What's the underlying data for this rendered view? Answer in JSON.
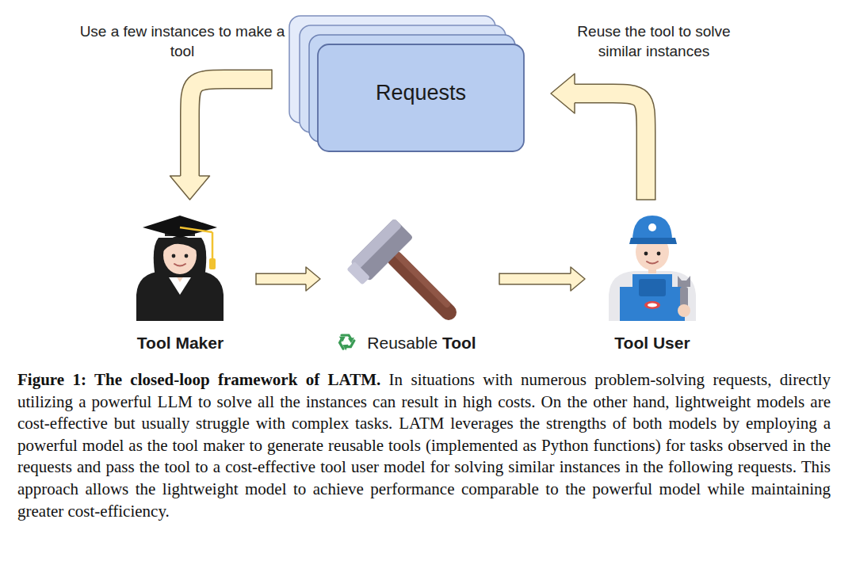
{
  "diagram": {
    "caption": "Figure 1: The closed-loop framework of LATM. In situations with numerous problem-solving requests, directly utilizing a powerful LLM to solve all the instances can result in high costs. On the other hand, lightweight models are cost-effective but usually struggle with complex tasks. LATM leverages the strengths of both models by employing a powerful model as the tool maker to generate reusable tools (implemented as Python functions) for tasks observed in the requests and pass the tool to a cost-effective tool user model for solving similar instances in the following requests. This approach allows the lightweight model to achieve performance comparable to the powerful model while maintaining greater cost-efficiency.",
    "nodes": [
      {
        "text": [
          "Requests"
        ]
      },
      {
        "text": [
          "Tool Maker"
        ]
      },
      {
        "text": [
          "Reusable Tool"
        ]
      },
      {
        "text": [
          "Tool User"
        ]
      }
    ],
    "edges": [
      {
        "from": 0,
        "to": 1,
        "arrow": "to",
        "label": "Use a few instances to make a tool"
      },
      {
        "from": 1,
        "to": 2,
        "arrow": "to"
      },
      {
        "from": 2,
        "to": 3,
        "arrow": "to"
      },
      {
        "from": 3,
        "to": 0,
        "arrow": "to",
        "label": "Reuse the tool to solve similar instances"
      }
    ]
  }
}
